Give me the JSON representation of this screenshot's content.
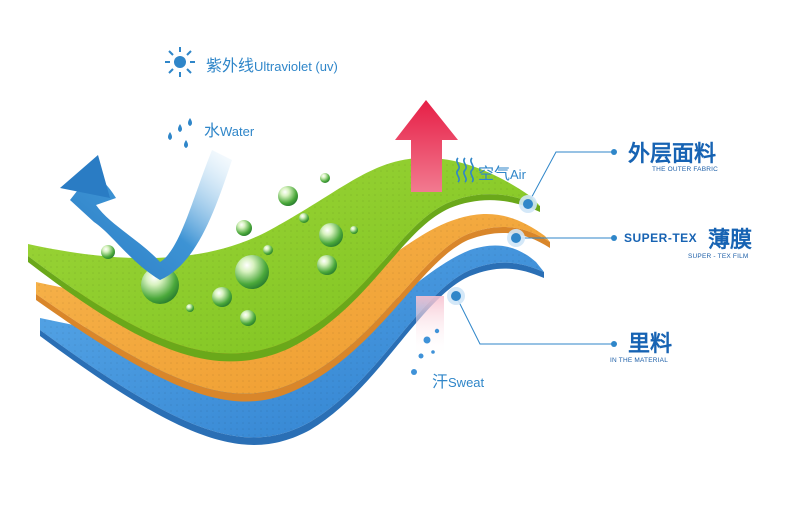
{
  "labels": {
    "uv": {
      "cn": "紫外线",
      "en": "Ultraviolet (uv)",
      "icon": "sun-icon"
    },
    "water": {
      "cn": "水",
      "en": "Water",
      "icon": "raindrops-icon"
    },
    "air": {
      "cn": "空气",
      "en": "Air",
      "icon": "steam-icon"
    },
    "sweat": {
      "cn": "汗",
      "en": "Sweat",
      "icon": "bubbles-icon"
    }
  },
  "callouts": {
    "outer": {
      "title": "外层面料",
      "subtitle": "THE OUTER FABRIC"
    },
    "film": {
      "prefix": "SUPER-TEX",
      "title": "薄膜",
      "subtitle": "SUPER - TEX FILM"
    },
    "inner": {
      "title": "里料",
      "subtitle": "IN THE MATERIAL"
    }
  },
  "colors": {
    "outer_layer": "#8fcf2a",
    "film_layer": "#f3a43a",
    "inner_layer": "#3f92d8",
    "text_blue": "#1763b3",
    "air_arrow": "#e2264a",
    "water_arrow": "#2f86c9"
  }
}
